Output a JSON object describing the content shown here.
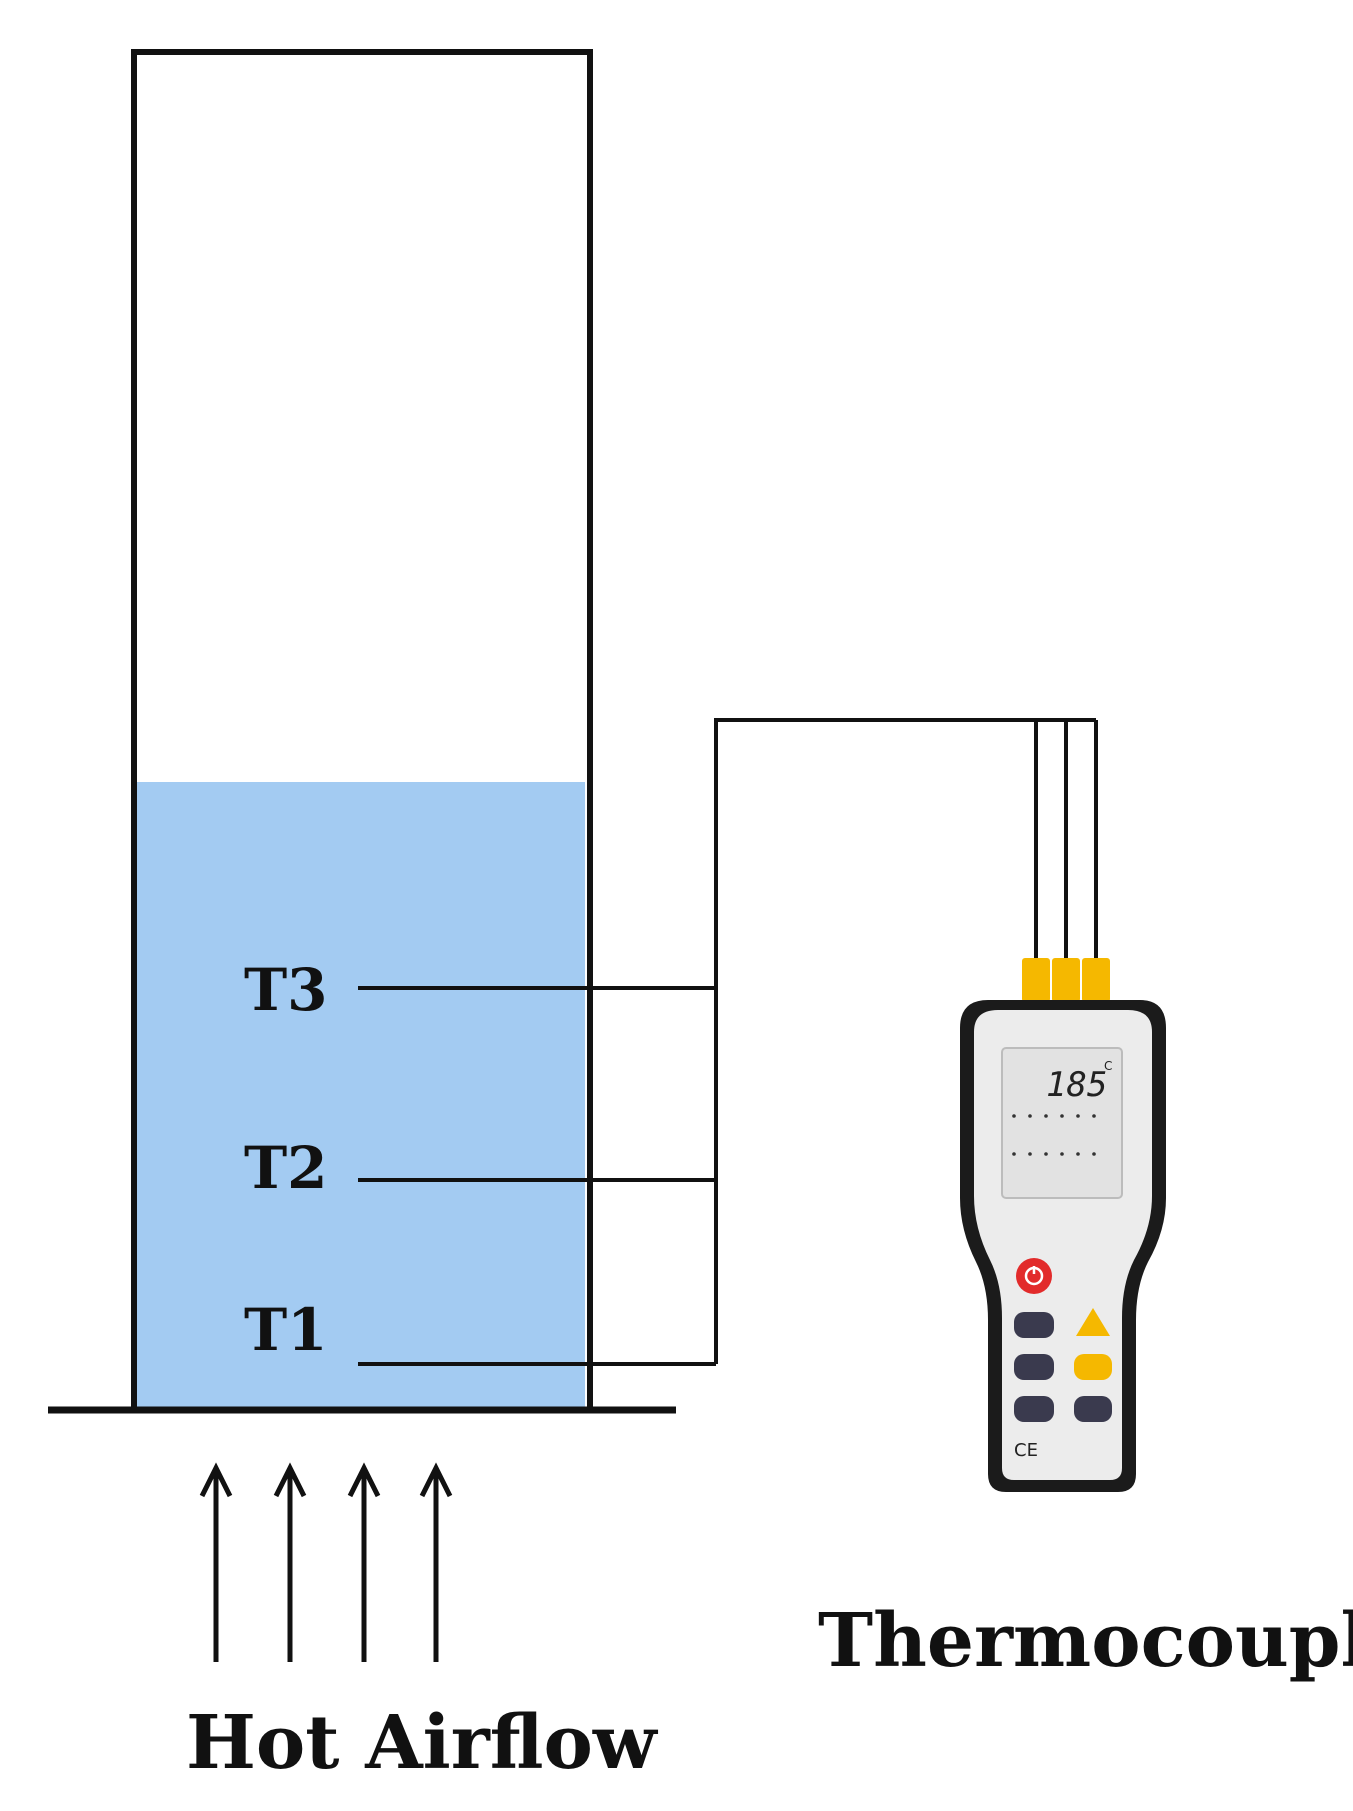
{
  "labels": {
    "t3": "T3",
    "t2": "T2",
    "t1": "T1",
    "airflow": "Hot Airflow",
    "device": "Thermocouple"
  },
  "device": {
    "display_value": "185",
    "display_unit": "C",
    "mark": "CE"
  },
  "colors": {
    "liquid": "#a3cbf2",
    "outline": "#111111",
    "connector": "#f5b800",
    "device_body": "#ececec",
    "device_frame": "#1b1b1b",
    "button_dark": "#3a3a4e",
    "button_accent": "#f5b800",
    "power_button": "#e22b2b"
  },
  "icons": {
    "power": "power-icon",
    "up": "triangle-up-icon"
  }
}
